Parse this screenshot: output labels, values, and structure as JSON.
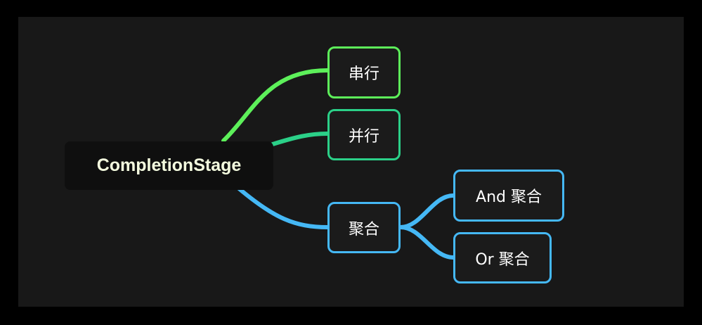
{
  "root": {
    "label": "CompletionStage"
  },
  "branches": [
    {
      "id": "serial",
      "label": "串行",
      "color": "#5df05a"
    },
    {
      "id": "parallel",
      "label": "并行",
      "color": "#2bd088"
    },
    {
      "id": "aggregate",
      "label": "聚合",
      "color": "#45b8f5",
      "children": [
        {
          "id": "and",
          "label": "And 聚合"
        },
        {
          "id": "or",
          "label": "Or 聚合"
        }
      ]
    }
  ],
  "colors": {
    "background": "#181818",
    "frame": "#000000",
    "root_text": "#f4fbdf",
    "node_text": "#ffffff"
  }
}
